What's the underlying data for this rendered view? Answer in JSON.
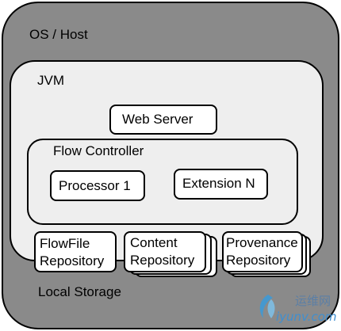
{
  "os": {
    "label": "OS / Host"
  },
  "jvm": {
    "label": "JVM"
  },
  "web_server": {
    "label": "Web Server"
  },
  "flow_controller": {
    "label": "Flow Controller",
    "processor": "Processor 1",
    "extension": "Extension N"
  },
  "repositories": {
    "flowfile": {
      "line1": "FlowFile",
      "line2": "Repository"
    },
    "content": {
      "line1": "Content",
      "line2": "Repository"
    },
    "provenance": {
      "line1": "Provenance",
      "line2": "Repository"
    }
  },
  "local_storage": {
    "label": "Local Storage"
  },
  "watermark": {
    "cn": "运维网",
    "url": "iyunv.com"
  }
}
